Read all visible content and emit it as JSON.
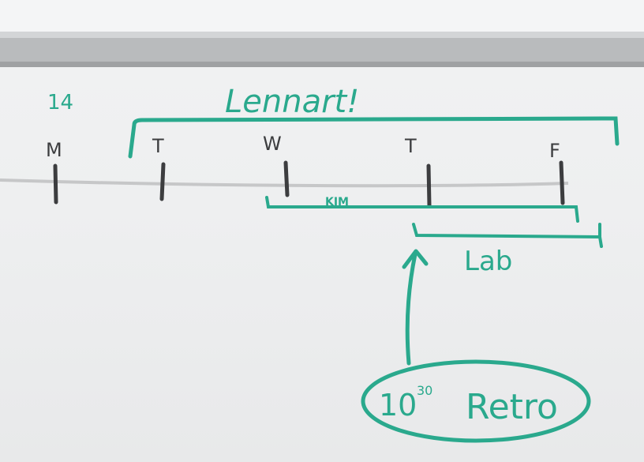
{
  "board": {
    "week_number": "14",
    "top_label": "Lennart!",
    "days": [
      "M",
      "T",
      "W",
      "T",
      "F"
    ],
    "span_label": "KIM",
    "lab_label": "Lab",
    "retro_time_hour": "10",
    "retro_time_minutes": "30",
    "retro_label": "Retro"
  },
  "colors": {
    "teal_marker": "#2aa98d",
    "gray_marker": "#3c3d3f",
    "whiteboard": "#eeeff0",
    "frame": "#b8babc"
  }
}
